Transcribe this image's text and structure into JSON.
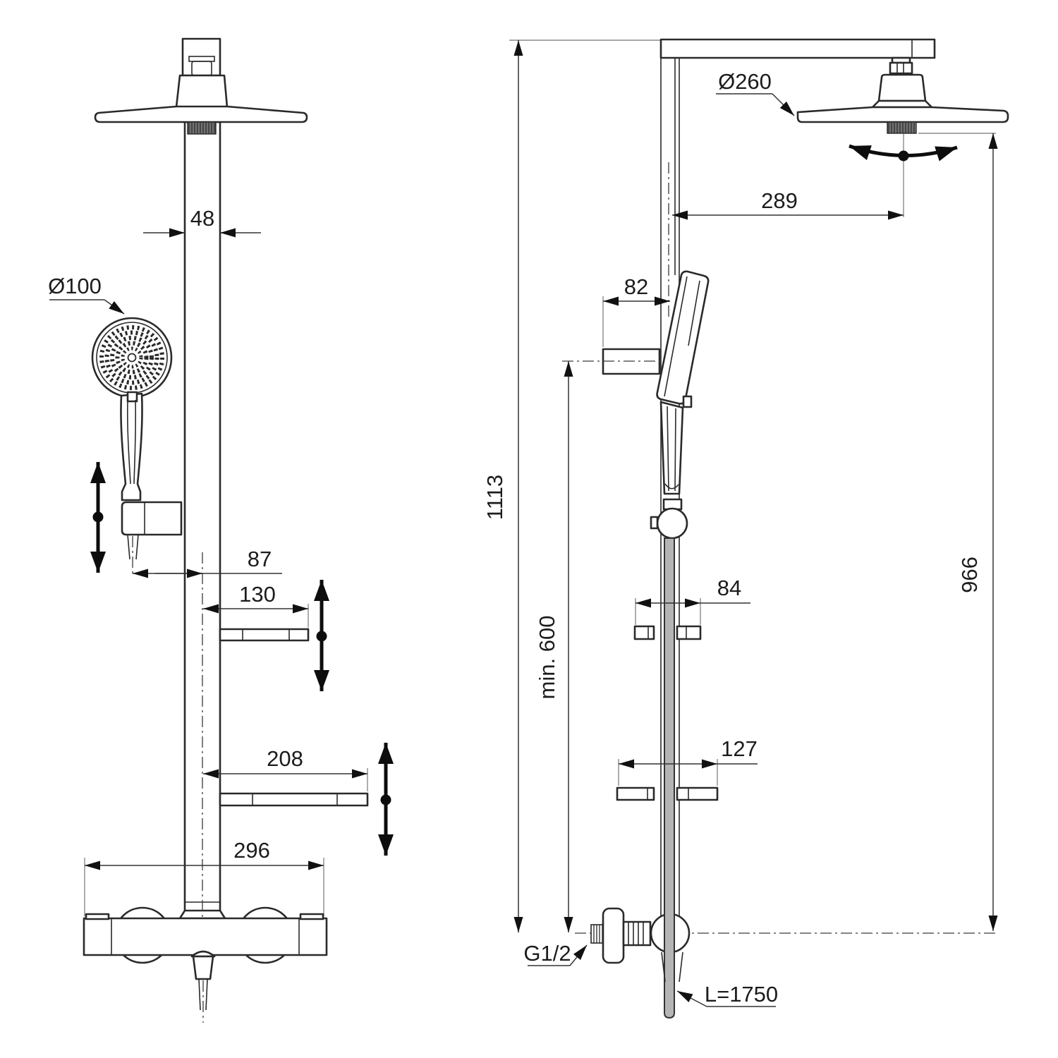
{
  "drawing": {
    "type": "technical-dimension-drawing",
    "subject": "shower-system",
    "views": [
      "front",
      "side"
    ],
    "front_view": {
      "pipe_width": "48",
      "handspray_diameter": "Ø100",
      "hose_to_pipe_offset": "87",
      "upper_shelf_width": "130",
      "lower_shelf_width": "208",
      "mixer_width": "296"
    },
    "side_view": {
      "head_diameter": "Ø260",
      "head_reach": "289",
      "bracket_depth": "82",
      "upper_shelf_depth": "84",
      "lower_shelf_depth": "127",
      "overall_height": "1113",
      "min_mounting_height": "min. 600",
      "head_height": "966",
      "inlet_thread": "G1/2",
      "hose_length": "L=1750"
    },
    "colors": {
      "line": "#2a2a2a",
      "hose_fill": "#b5b5b5",
      "extension_line": "#8a8a8a"
    }
  }
}
